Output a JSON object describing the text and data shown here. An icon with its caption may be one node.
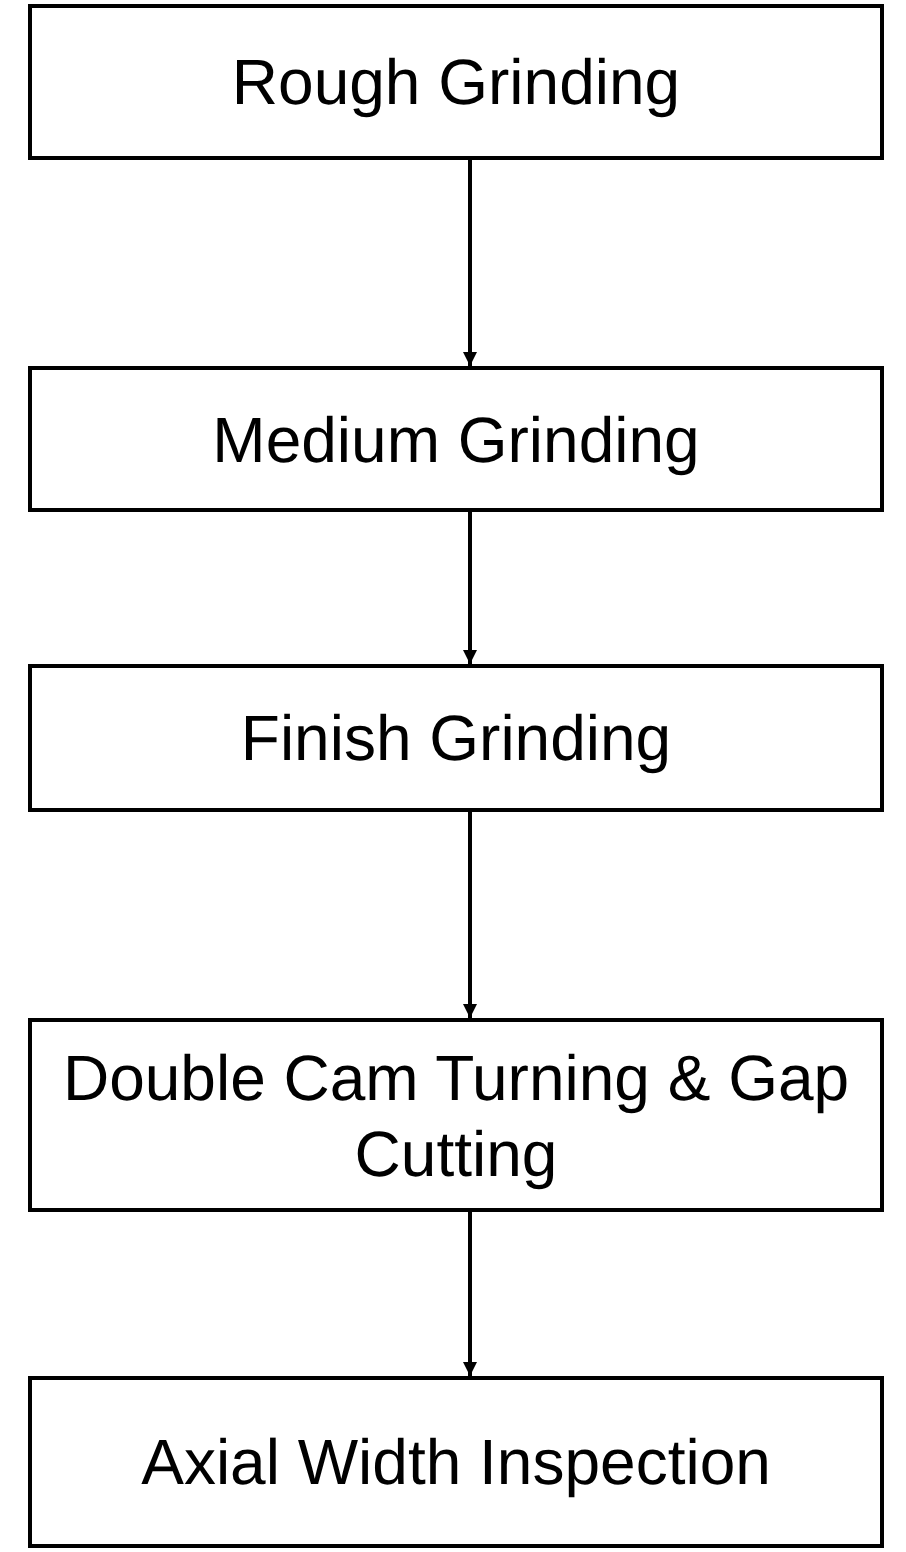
{
  "diagram": {
    "nodes": [
      {
        "text": [
          "Rough Grinding"
        ]
      },
      {
        "text": [
          "Medium Grinding"
        ]
      },
      {
        "text": [
          "Finish Grinding"
        ]
      },
      {
        "text": [
          "Double Cam Turning & Gap Cutting"
        ]
      },
      {
        "text": [
          "Axial Width Inspection"
        ]
      }
    ],
    "edges": [
      {
        "from": 0,
        "to": 1,
        "arrow": "to"
      },
      {
        "from": 1,
        "to": 2,
        "arrow": "to"
      },
      {
        "from": 2,
        "to": 3,
        "arrow": "to"
      },
      {
        "from": 3,
        "to": 4,
        "arrow": "to"
      }
    ]
  }
}
